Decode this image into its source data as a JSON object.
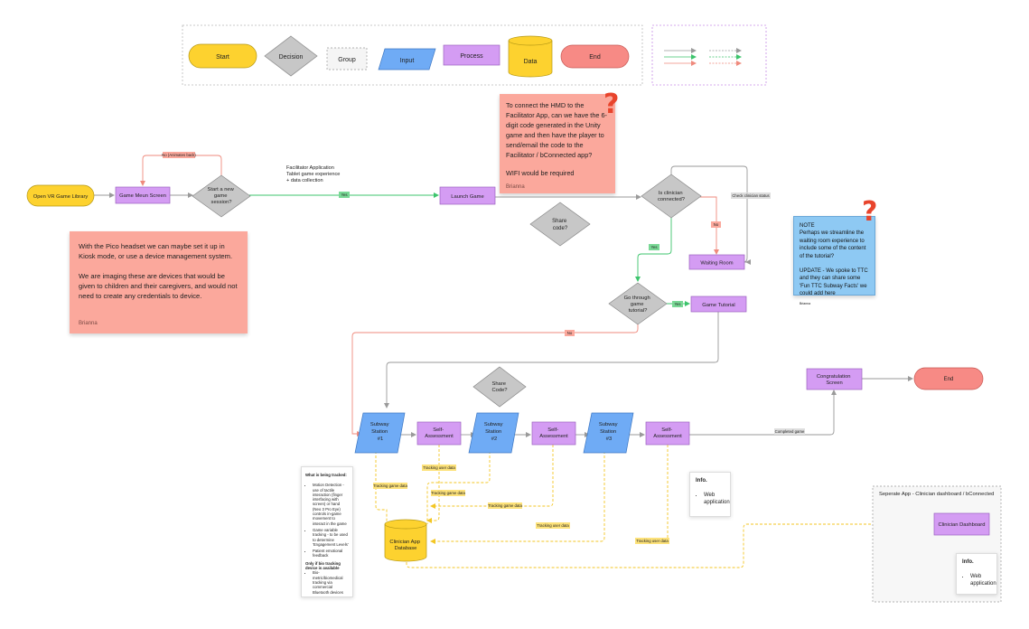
{
  "legend": {
    "start": "Start",
    "decision": "Decision",
    "group": "Group",
    "input": "Input",
    "process": "Process",
    "data": "Data",
    "end": "End"
  },
  "nodes": {
    "open_vr": "Open VR Game Library",
    "game_menu": "Game Meun Screen",
    "start_new": [
      "Start a new",
      "game",
      "session?"
    ],
    "launch_game": "Launch Game",
    "is_clinician": [
      "Is clinician",
      "connected?"
    ],
    "share_code_1": [
      "Share",
      "code?"
    ],
    "waiting_room": "Waiting Room",
    "go_through": [
      "Go through",
      "game",
      "tutorial?"
    ],
    "game_tutorial": "Game Tutorial",
    "share_code_2": [
      "Share",
      "Code?"
    ],
    "subway_1": [
      "Subway",
      "Station",
      "#1"
    ],
    "self_1": [
      "Self-",
      "Assessment"
    ],
    "subway_2": [
      "Subway",
      "Station",
      "#2"
    ],
    "self_2": [
      "Self-",
      "Assessment"
    ],
    "subway_3": [
      "Subway",
      "Station",
      "#3"
    ],
    "self_3": [
      "Self-",
      "Assessment"
    ],
    "congrats": [
      "Congratulation",
      "Screen"
    ],
    "end": "End",
    "clinician_db": [
      "Clinician App",
      "Database"
    ],
    "clinician_dashboard": "Clinician Dashboard"
  },
  "edge_labels": {
    "no_animates_back": "No (Animates back)",
    "yes_1": "Yes",
    "no_1": "No",
    "yes_2": "Yes",
    "yes_3": "Yes",
    "no_2": "No",
    "check_status": "Check clinician status",
    "completed_game": "Completed game",
    "tracking_game_1": "Tracking game data",
    "tracking_user_1": "Tracking user data",
    "tracking_game_2": "Tracking game data",
    "tracking_game_3": "Tracking game data",
    "tracking_user_2": "Tracking user data",
    "tracking_user_3": "Tracking user data"
  },
  "facilitator_text": [
    "Facilitator Application",
    "Tablet game experience",
    "+ data collection"
  ],
  "note_pico": {
    "p1": "With the Pico headset we can maybe set it up in Kiosk mode, or use a device management system.",
    "p2": "We are imaging these are devices that would be given to children and their caregivers, and would not need to create any credentials to device.",
    "author": "Brianna"
  },
  "note_hmd": {
    "p1": "To connect the HMD to the Facilitator App, can we have the 6-digit code generated in the Unity game and then have the player to send/email the code to the Facilitator / bConnected app?",
    "p2": "WIFI would be required",
    "author": "Brianna",
    "mark": "?"
  },
  "note_blue": {
    "p1": "NOTE",
    "p2": "Perhaps we streamline the waiting room experience to include some of the content of the tutorial?",
    "p3": "UPDATE - We spoke to TTC and they can share some 'Fun TTC Subway Facts' we could add here",
    "author": "Brianna",
    "mark": "?"
  },
  "tracked": {
    "title": "What is being tracked:",
    "items": [
      "Motion Detection - use of tactile interaction (finger interfacing with screen) or hand (Neo 3 Pro Eye) controls in-game movement to interact in the game",
      "Game variable tracking - to be used to determine 'Engagement Levels'",
      "Patient emotional feedback"
    ],
    "sub": "Only if bio tracking device is available",
    "items2": [
      "Bio-metric/biomedical tracking via commercial Bluetooth devices"
    ]
  },
  "info_1": {
    "title": "Info.",
    "item": "Web application"
  },
  "info_2": {
    "title": "Info.",
    "item": "Web application"
  },
  "separate_app": "Seperate App - Clinician dashboard / bConnected",
  "colors": {
    "start": "#fdd22f",
    "decision": "#c7c7c7",
    "input": "#6fabf5",
    "process": "#d49cf3",
    "data": "#fdd22f",
    "end": "#f78a85",
    "green": "#3cc46c",
    "red": "#ef8a7d",
    "grey": "#9a9a9a",
    "yellow_dash": "#f3c623",
    "note": "#fba89c",
    "blue_note": "#8ec9f3"
  }
}
